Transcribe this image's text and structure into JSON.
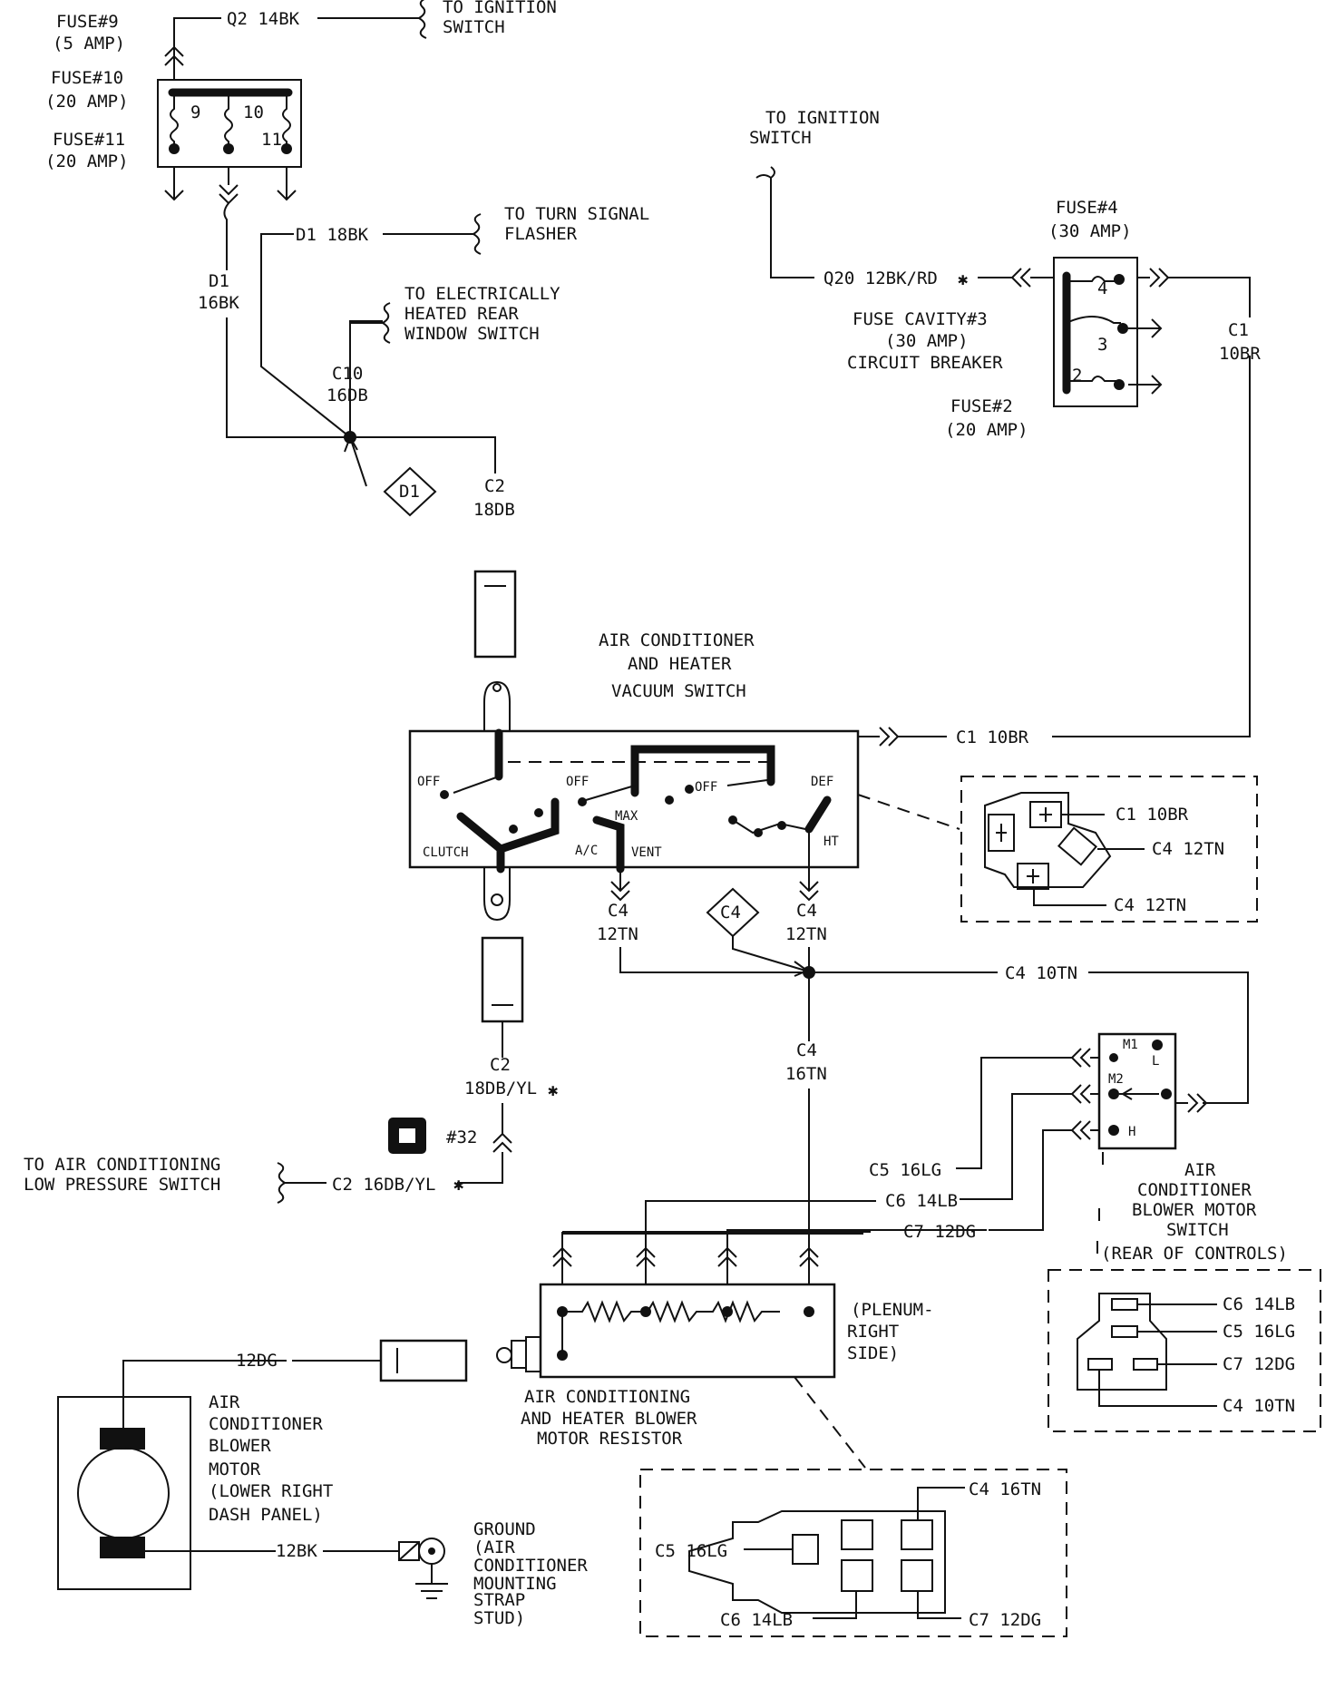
{
  "fuses": {
    "fuse9": [
      "FUSE#9",
      "(5 AMP)"
    ],
    "fuse10": [
      "FUSE#10",
      "(20 AMP)"
    ],
    "fuse11": [
      "FUSE#11",
      "(20 AMP)"
    ],
    "fuse4": [
      "FUSE#4",
      "(30 AMP)"
    ],
    "fuse2": [
      "FUSE#2",
      "(20 AMP)"
    ],
    "cavity3": [
      "FUSE CAVITY#3",
      "(30 AMP)",
      "CIRCUIT BREAKER"
    ],
    "pins_left": [
      "9",
      "10",
      "11"
    ],
    "pins_right": [
      "4",
      "3",
      "2"
    ]
  },
  "destinations": {
    "ign_top": [
      "TO IGNITION",
      "SWITCH"
    ],
    "ign_right": [
      "TO IGNITION",
      "SWITCH"
    ],
    "turn_signal": [
      "TO TURN SIGNAL",
      "FLASHER"
    ],
    "rear_window": [
      "TO ELECTRICALLY",
      "HEATED REAR",
      "WINDOW SWITCH"
    ],
    "low_pressure": [
      "TO AIR CONDITIONING",
      "LOW PRESSURE SWITCH"
    ]
  },
  "wires": {
    "q2": "Q2  14BK",
    "d1_top": "D1  18BK",
    "d1_left": [
      "D1",
      "16BK"
    ],
    "c10": [
      "C10",
      "16DB"
    ],
    "c2_upper": [
      "C2",
      "18DB"
    ],
    "q20": "Q20  12BK/RD",
    "c1_right": [
      "C1",
      "10BR"
    ],
    "c1_switch": "C1  10BR",
    "c4_left": [
      "C4",
      "12TN"
    ],
    "c4_right": [
      "C4",
      "12TN"
    ],
    "c4_10tn": "C4  10TN",
    "c4_16tn": [
      "C4",
      "16TN"
    ],
    "c2_lower": [
      "C2",
      "18DB/YL"
    ],
    "c2_16": "C2  16DB/YL",
    "c5": "C5  16LG",
    "c6": "C6  14LB",
    "c7": "C7  12DG",
    "w12dg": "12DG",
    "w12bk": "12BK",
    "asterisk": "✱"
  },
  "splices": {
    "d1": "D1",
    "c4": "C4"
  },
  "connector_ref": "#32",
  "vacuum_switch": {
    "title": [
      "AIR CONDITIONER",
      "AND HEATER",
      "VACUUM SWITCH"
    ],
    "labels": {
      "off1": "OFF",
      "off2": "OFF",
      "off3": "OFF",
      "def": "DEF",
      "clutch": "CLUTCH",
      "max": "MAX",
      "ac": "A/C",
      "vent": "VENT",
      "ht": "HT"
    }
  },
  "switch_connector": {
    "c1": "C1  10BR",
    "c4a": "C4  12TN",
    "c4b": "C4  12TN"
  },
  "blower_switch": {
    "title": [
      "AIR",
      "CONDITIONER",
      "BLOWER MOTOR",
      "SWITCH",
      "(REAR OF CONTROLS)"
    ],
    "pins": {
      "m1": "M1",
      "l": "L",
      "m2": "M2",
      "h": "H"
    },
    "rear": {
      "c6": "C6  14LB",
      "c5": "C5  16LG",
      "c7": "C7  12DG",
      "c4": "C4  10TN"
    }
  },
  "resistor": {
    "title": [
      "AIR CONDITIONING",
      "AND HEATER BLOWER",
      "MOTOR RESISTOR"
    ],
    "location": [
      "(PLENUM-",
      "RIGHT",
      "SIDE)"
    ],
    "connector": {
      "c4": "C4  16TN",
      "c5": "C5  16LG",
      "c6": "C6  14LB",
      "c7": "C7  12DG"
    }
  },
  "motor": {
    "title": [
      "AIR",
      "CONDITIONER",
      "BLOWER",
      "MOTOR",
      "(LOWER RIGHT",
      "DASH PANEL)"
    ]
  },
  "ground": {
    "title": [
      "GROUND",
      "(AIR",
      "CONDITIONER",
      "MOUNTING",
      "STRAP",
      "STUD)"
    ]
  }
}
